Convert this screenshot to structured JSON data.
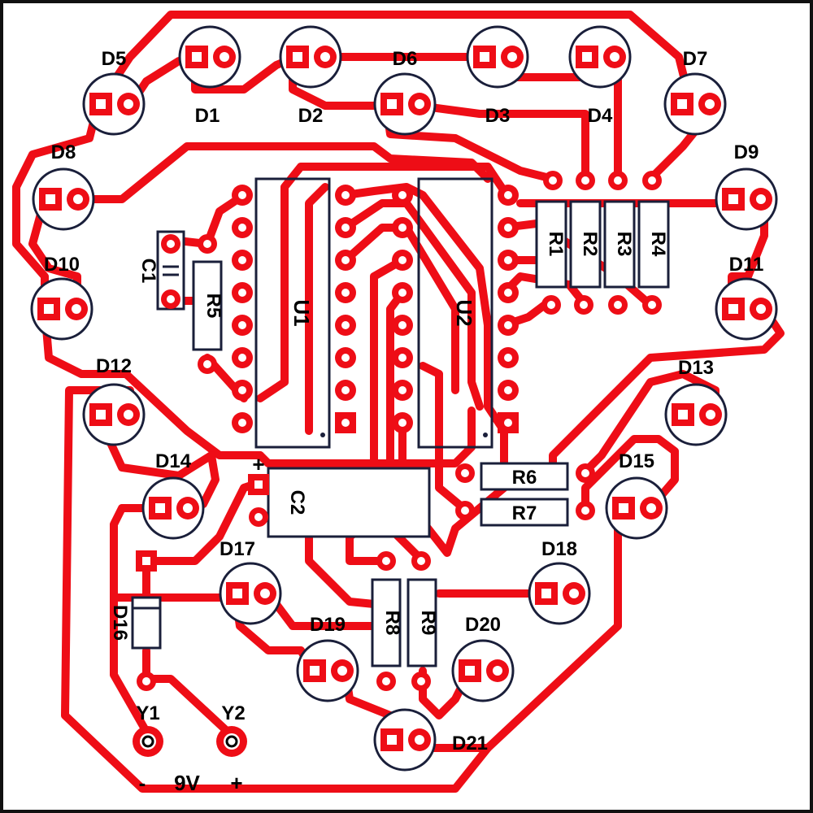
{
  "colors": {
    "trace": "#ee0d16",
    "outline": "#1a1f3a",
    "pad": "#ee0d16",
    "hole": "#ffffff",
    "border": "#111111"
  },
  "leds": {
    "d1": "D1",
    "d2": "D2",
    "d3": "D3",
    "d4": "D4",
    "d5": "D5",
    "d6": "D6",
    "d7": "D7",
    "d8": "D8",
    "d9": "D9",
    "d10": "D10",
    "d11": "D11",
    "d12": "D12",
    "d13": "D13",
    "d14": "D14",
    "d15": "D15",
    "d17": "D17",
    "d18": "D18",
    "d19": "D19",
    "d20": "D20",
    "d21": "D21"
  },
  "chips": {
    "u1": "U1",
    "u2": "U2"
  },
  "resistors": {
    "r1": "R1",
    "r2": "R2",
    "r3": "R3",
    "r4": "R4",
    "r5": "R5",
    "r6": "R6",
    "r7": "R7",
    "r8": "R8",
    "r9": "R9"
  },
  "capacitors": {
    "c1": "C1",
    "c2": "C2",
    "c2_polarity": "+"
  },
  "diode": {
    "d16": "D16"
  },
  "power": {
    "y1": "Y1",
    "y2": "Y2",
    "minus": "-",
    "voltage": "9V",
    "plus": "+"
  }
}
